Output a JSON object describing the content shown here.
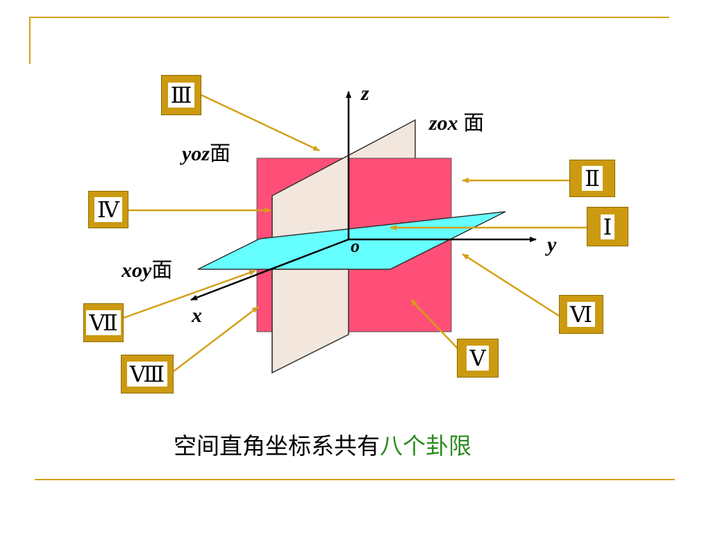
{
  "labels": {
    "z_axis": "z",
    "y_axis": "y",
    "x_axis": "x",
    "origin": "o",
    "zox_plane_var": "zox",
    "zox_plane_suffix": " 面",
    "yoz_plane_var": "yoz",
    "yoz_plane_suffix": "面",
    "xoy_plane_var": "xoy",
    "xoy_plane_suffix": "面"
  },
  "octants": {
    "I": "Ⅰ",
    "II": "Ⅱ",
    "III": "Ⅲ",
    "IV": "Ⅳ",
    "V": "Ⅴ",
    "VI": "Ⅵ",
    "VII": "Ⅶ",
    "VIII": "Ⅷ"
  },
  "caption": {
    "main": "空间直角坐标系共有",
    "highlight": "八个卦限"
  },
  "colors": {
    "accent_gold": "#d4a017",
    "box_gold": "#cc9a10",
    "yoz_plane": "#ff4f78",
    "zox_plane": "#f2e6dd",
    "xoy_plane": "#66ffff",
    "caption_highlight": "#2e8b22"
  }
}
